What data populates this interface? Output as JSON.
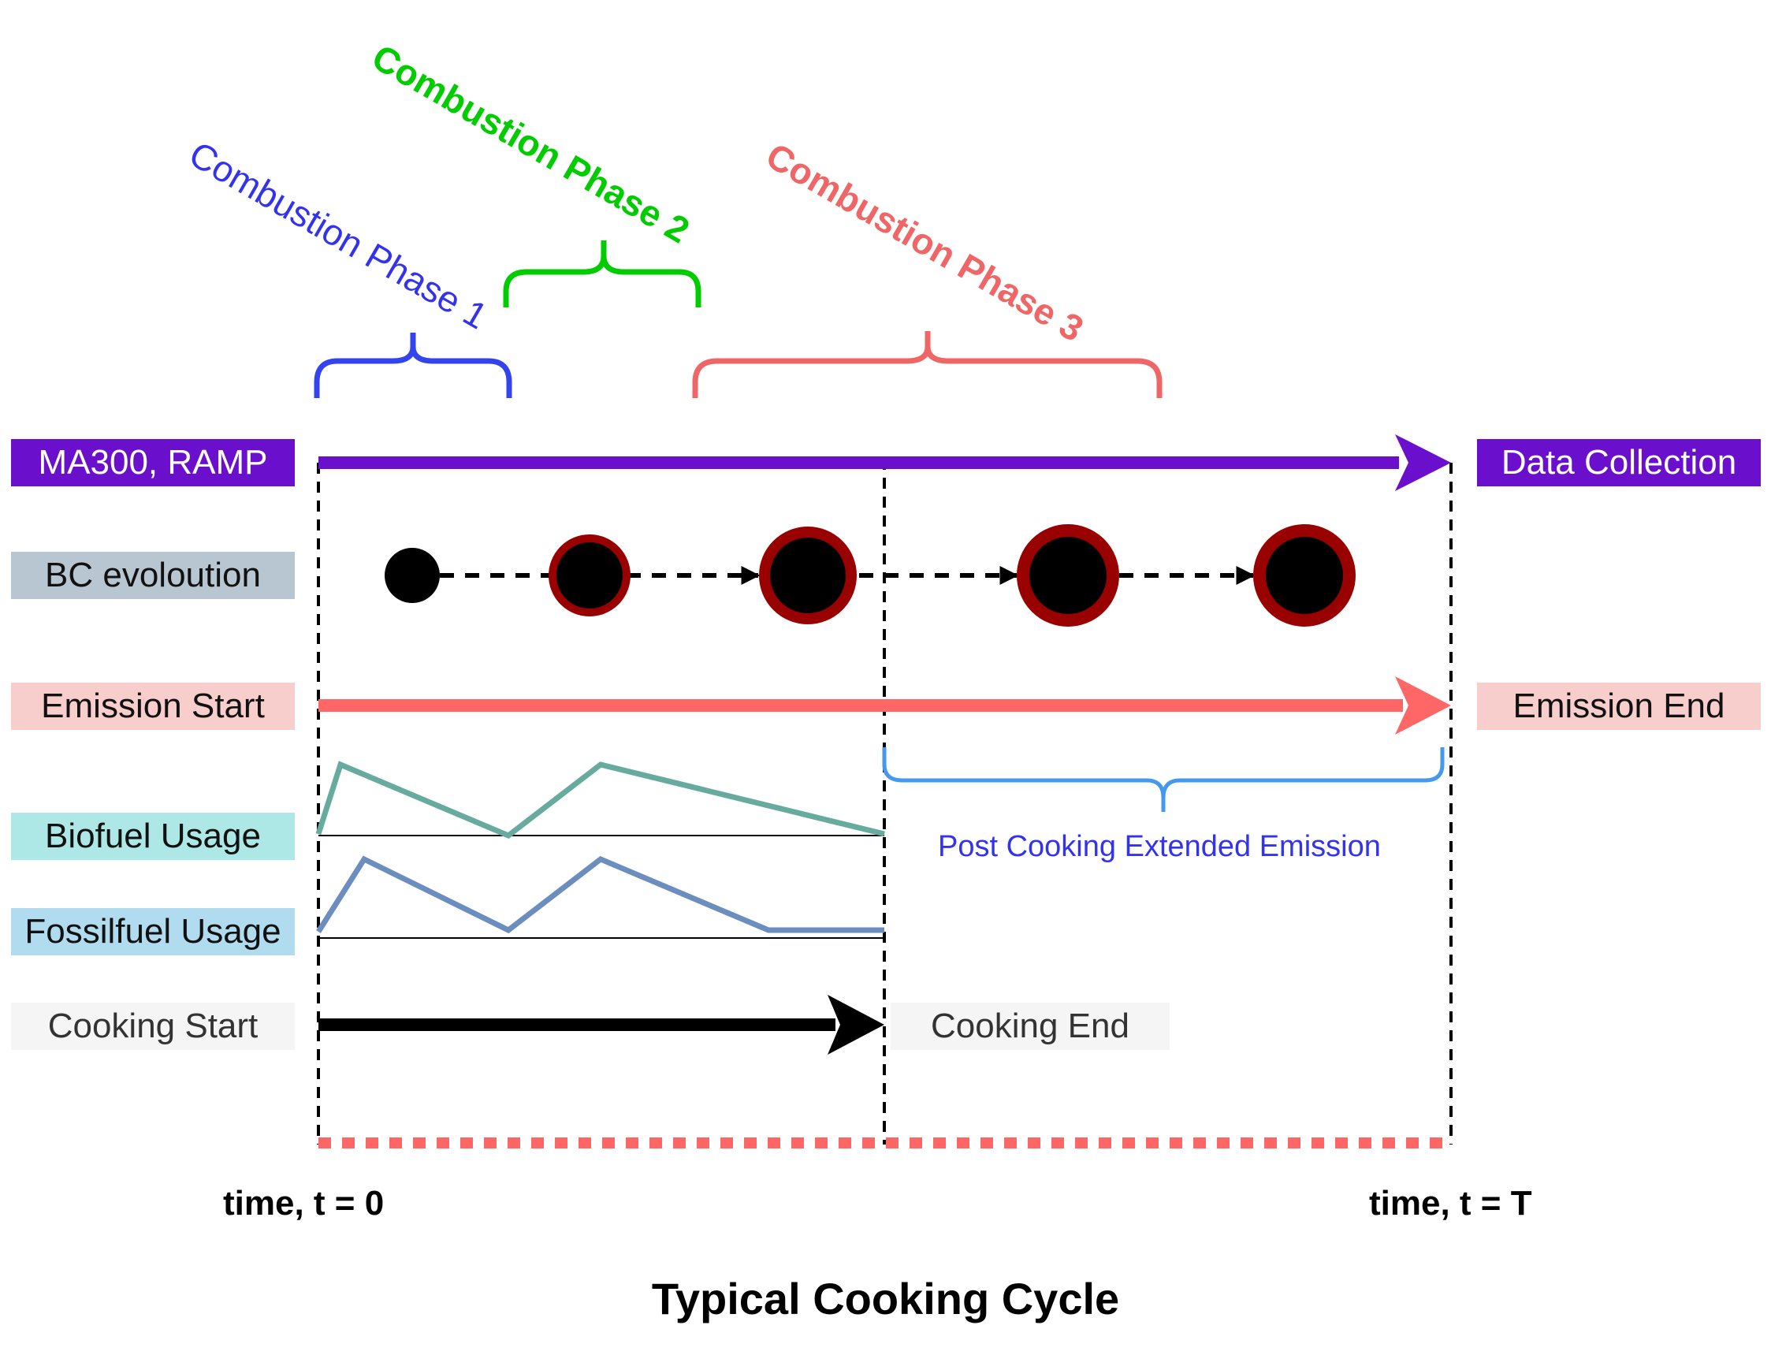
{
  "phases": [
    {
      "label": "Combustion Phase 1",
      "color": "#3333ee"
    },
    {
      "label": "Combustion Phase 2",
      "color": "#00cc00"
    },
    {
      "label": "Combustion Phase 3",
      "color": "#f06666"
    }
  ],
  "rows": {
    "data_start": "MA300, RAMP",
    "data_end": "Data Collection",
    "bc": "BC evoloution",
    "emission_start": "Emission Start",
    "emission_end": "Emission End",
    "biofuel": "Biofuel Usage",
    "fossilfuel": "Fossilfuel Usage",
    "cooking_start": "Cooking Start",
    "cooking_end": "Cooking End"
  },
  "post_cooking": "Post Cooking Extended Emission",
  "time_start": "time, t = 0",
  "time_end": "time, t = T",
  "caption": "Typical Cooking Cycle",
  "colors": {
    "data_collection": "#6a0fcc",
    "bc_label": "#b7c6d1",
    "emission": "#ff6666",
    "emission_label": "#f8cecc",
    "biofuel": "#67ab9f",
    "biofuel_label": "#ade8e6",
    "fossilfuel": "#6c8ebf",
    "fossilfuel_label": "#b1dcf0",
    "cooking_label": "#f5f5f5",
    "post_brace": "#4499ee",
    "bc_ring": "#990000"
  }
}
